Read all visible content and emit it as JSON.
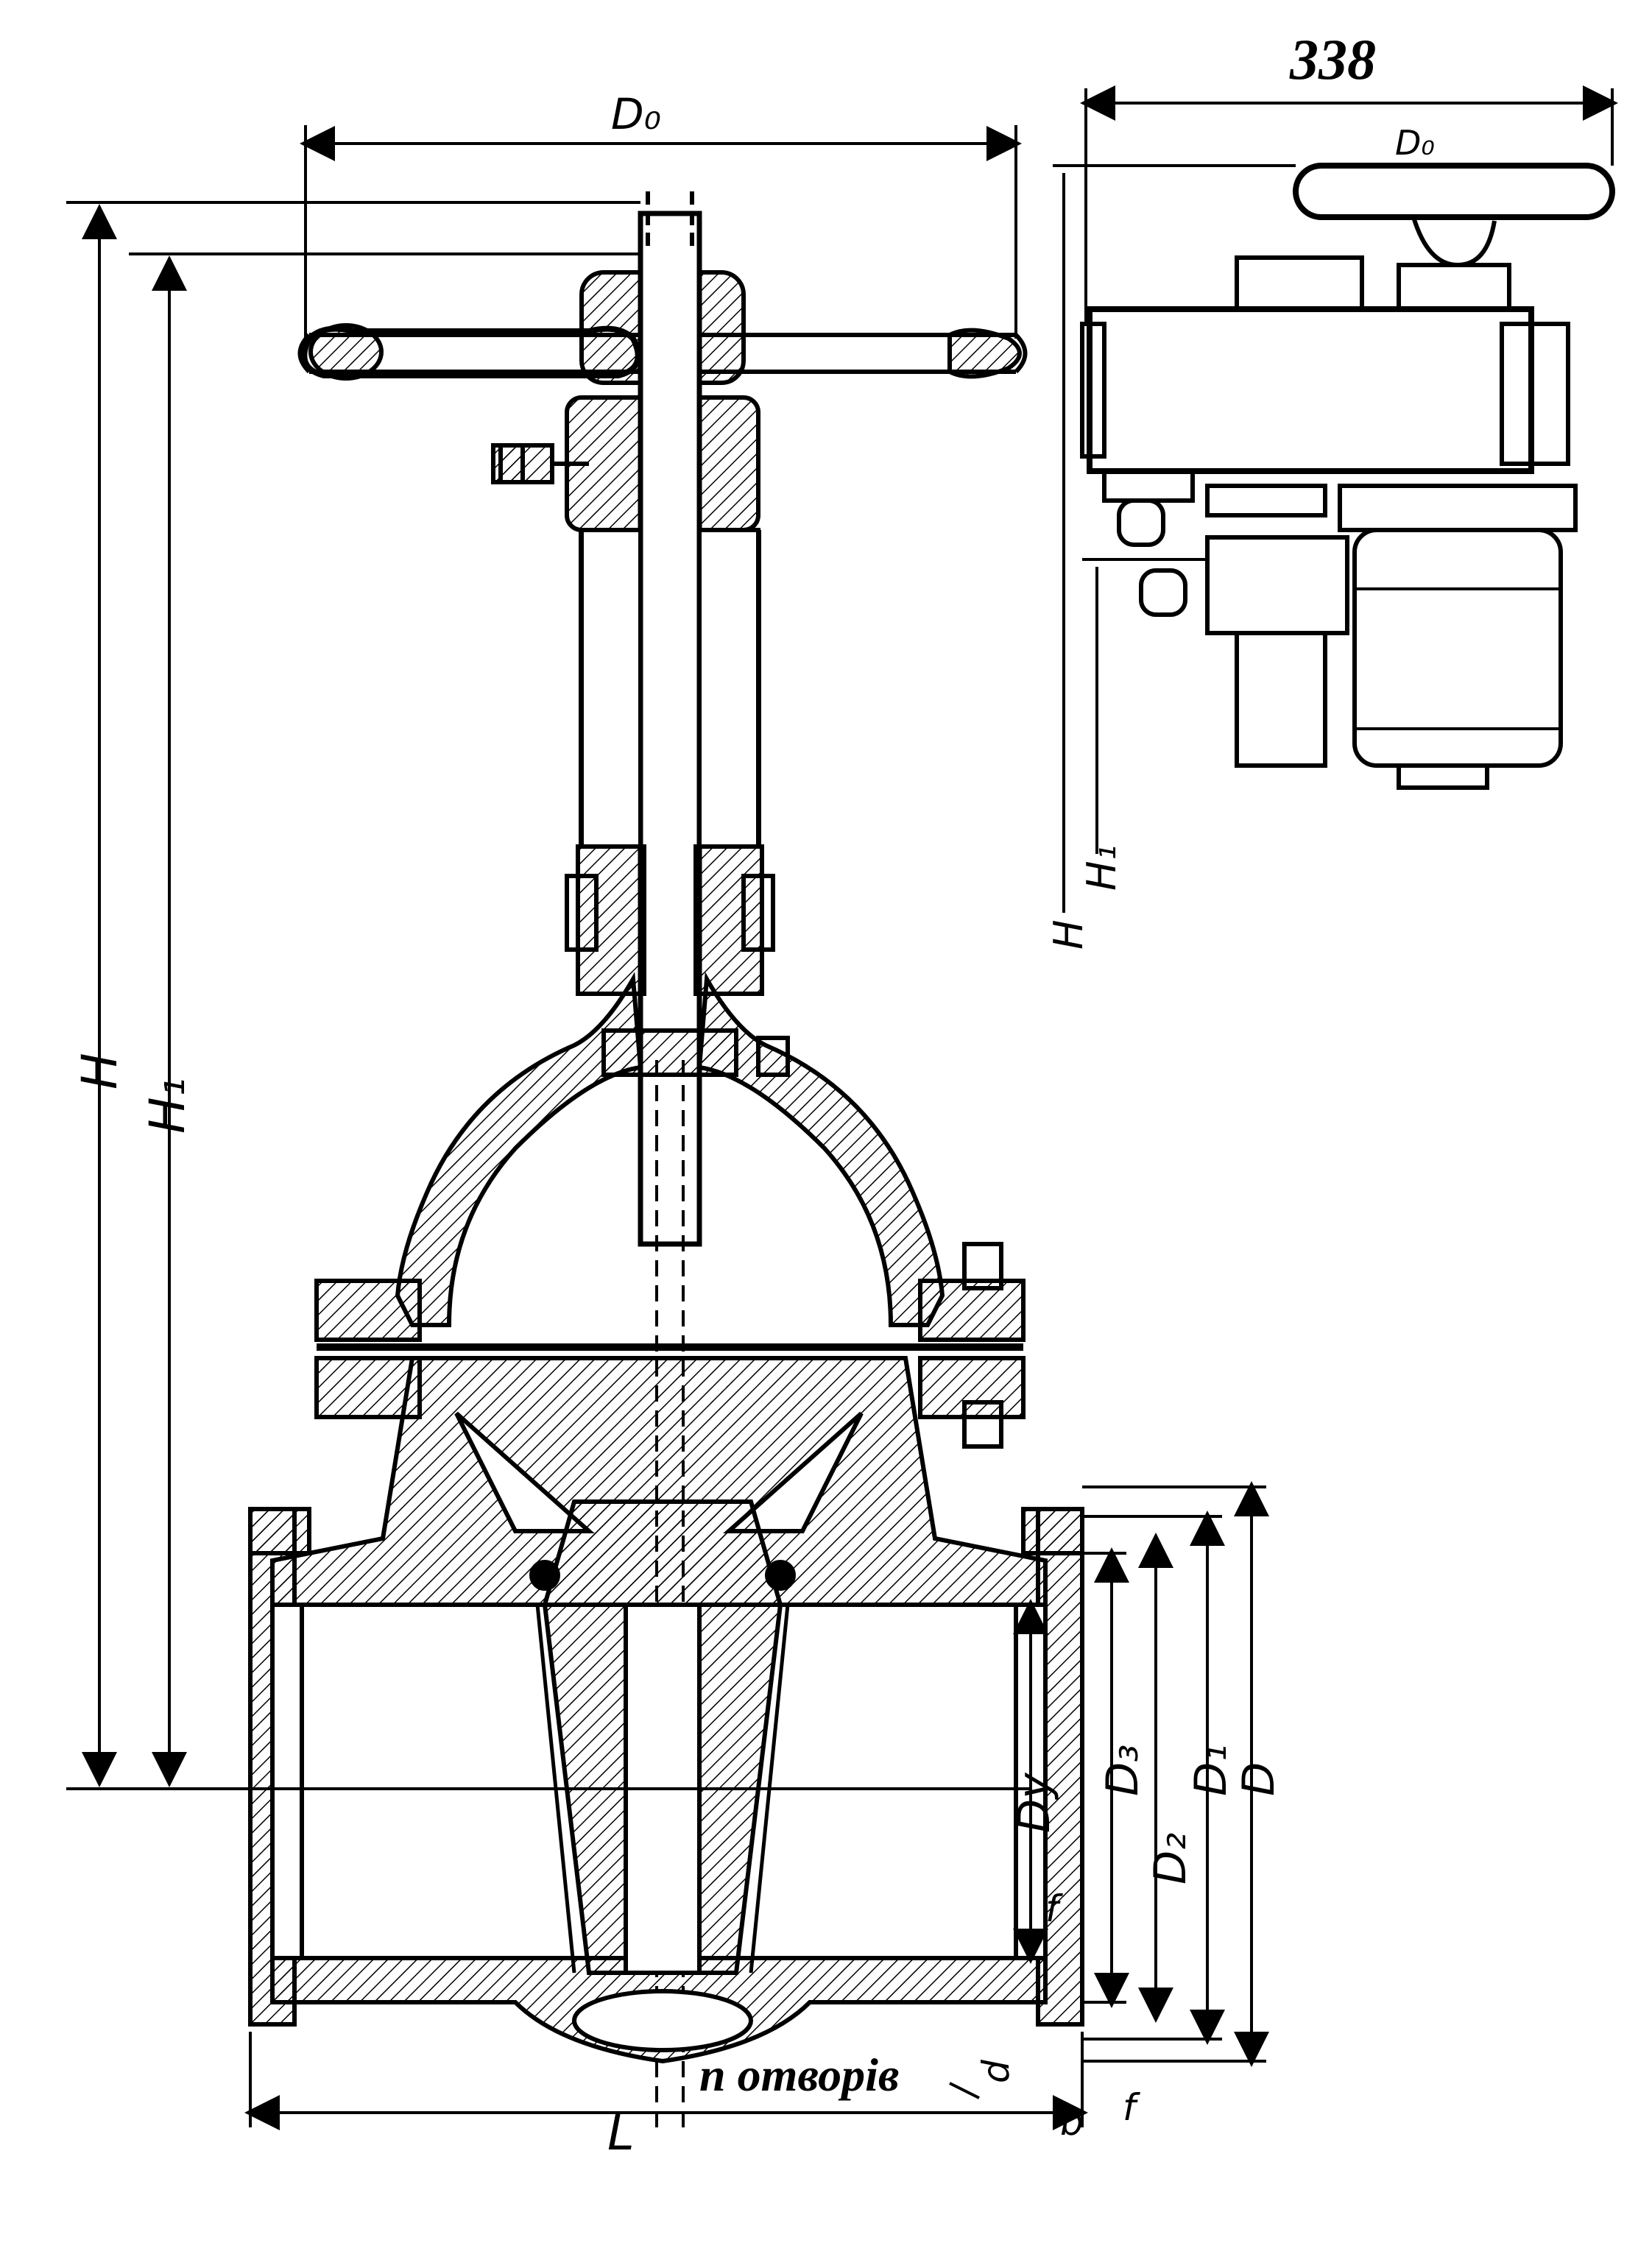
{
  "page_number": "338",
  "holes_note": "n отворів",
  "labels": {
    "D0": "D₀",
    "H": "H",
    "H1": "H₁",
    "Dy": "Dy",
    "D3": "D₃",
    "D2": "D₂",
    "D1": "D₁",
    "D": "D",
    "f": "f",
    "d": "d",
    "b": "b",
    "L": "L"
  }
}
